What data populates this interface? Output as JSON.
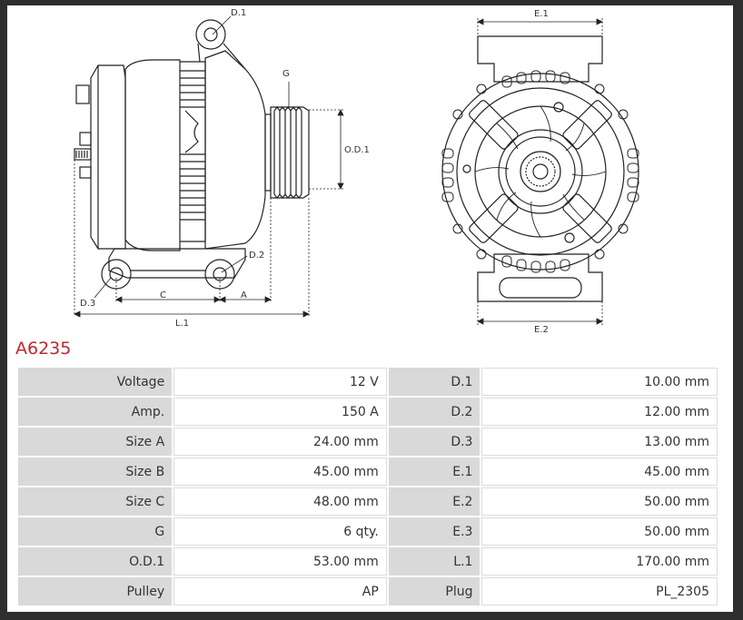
{
  "part_number": "A6235",
  "drawing_labels": {
    "d1": "D.1",
    "d2": "D.2",
    "d3": "D.3",
    "g": "G",
    "od1": "O.D.1",
    "c": "C",
    "a": "A",
    "l1": "L.1",
    "e1": "E.1",
    "e2": "E.2"
  },
  "specs": [
    {
      "label": "Voltage",
      "value": "12 V",
      "label2": "D.1",
      "value2": "10.00 mm"
    },
    {
      "label": "Amp.",
      "value": "150 A",
      "label2": "D.2",
      "value2": "12.00 mm"
    },
    {
      "label": "Size A",
      "value": "24.00 mm",
      "label2": "D.3",
      "value2": "13.00 mm"
    },
    {
      "label": "Size B",
      "value": "45.00 mm",
      "label2": "E.1",
      "value2": "45.00 mm"
    },
    {
      "label": "Size C",
      "value": "48.00 mm",
      "label2": "E.2",
      "value2": "50.00 mm"
    },
    {
      "label": "G",
      "value": "6 qty.",
      "label2": "E.3",
      "value2": "50.00 mm"
    },
    {
      "label": "O.D.1",
      "value": "53.00 mm",
      "label2": "L.1",
      "value2": "170.00 mm"
    },
    {
      "label": "Pulley",
      "value": "AP",
      "label2": "Plug",
      "value2": "PL_2305"
    }
  ]
}
